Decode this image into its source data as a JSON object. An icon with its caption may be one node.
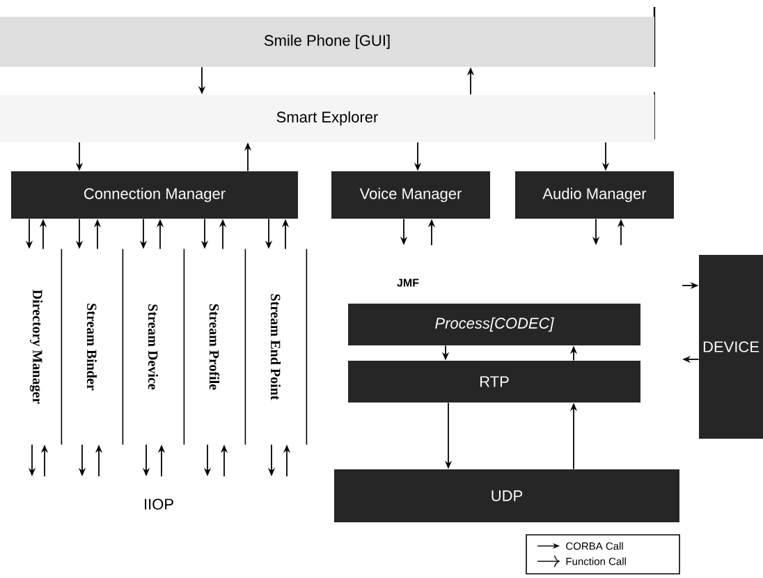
{
  "diagram": {
    "nodes": [
      {
        "text": [
          "Smile Phone [GUI]"
        ]
      },
      {
        "text": [
          "Smart Explorer"
        ]
      },
      {
        "text": [
          "Connection Manager"
        ]
      },
      {
        "text": [
          "Voice Manager"
        ]
      },
      {
        "text": [
          "Audio Manager"
        ]
      },
      {
        "text": [
          "Directory Manager"
        ]
      },
      {
        "text": [
          "Stream Binder"
        ]
      },
      {
        "text": [
          "Stream Device"
        ]
      },
      {
        "text": [
          "Stream Profile"
        ]
      },
      {
        "text": [
          "Stream End Point"
        ]
      },
      {
        "text": [
          "Process[CODEC]"
        ]
      },
      {
        "text": [
          "RTP"
        ]
      },
      {
        "text": [
          "UDP"
        ]
      },
      {
        "text": [
          "DEVICE"
        ]
      }
    ],
    "edges": [
      {
        "from": 0,
        "to": 1,
        "arrow": "to"
      },
      {
        "from": 1,
        "to": 0,
        "arrow": "to"
      },
      {
        "from": 1,
        "to": 2,
        "arrow": "to"
      },
      {
        "from": 2,
        "to": 1,
        "arrow": "to"
      },
      {
        "from": 1,
        "to": 3,
        "arrow": "to"
      },
      {
        "from": 1,
        "to": 4,
        "arrow": "to"
      },
      {
        "from": 3,
        "to": null,
        "arrow": "to"
      },
      {
        "from": null,
        "to": 3,
        "arrow": "to"
      },
      {
        "from": 4,
        "to": null,
        "arrow": "to"
      },
      {
        "from": null,
        "to": 4,
        "arrow": "to"
      },
      {
        "from": 2,
        "to": 5,
        "arrow": "to"
      },
      {
        "from": 5,
        "to": 2,
        "arrow": "to"
      },
      {
        "from": 5,
        "to": null,
        "arrow": "to"
      },
      {
        "from": null,
        "to": 5,
        "arrow": "to"
      },
      {
        "from": 2,
        "to": 6,
        "arrow": "to"
      },
      {
        "from": 6,
        "to": 2,
        "arrow": "to"
      },
      {
        "from": 6,
        "to": null,
        "arrow": "to"
      },
      {
        "from": null,
        "to": 6,
        "arrow": "to"
      },
      {
        "from": 2,
        "to": 7,
        "arrow": "to"
      },
      {
        "from": 7,
        "to": 2,
        "arrow": "to"
      },
      {
        "from": 7,
        "to": null,
        "arrow": "to"
      },
      {
        "from": null,
        "to": 7,
        "arrow": "to"
      },
      {
        "from": 2,
        "to": 8,
        "arrow": "to"
      },
      {
        "from": 8,
        "to": 2,
        "arrow": "to"
      },
      {
        "from": 8,
        "to": null,
        "arrow": "to"
      },
      {
        "from": null,
        "to": 8,
        "arrow": "to"
      },
      {
        "from": 2,
        "to": 9,
        "arrow": "to"
      },
      {
        "from": 9,
        "to": 2,
        "arrow": "to"
      },
      {
        "from": 9,
        "to": null,
        "arrow": "to"
      },
      {
        "from": null,
        "to": 9,
        "arrow": "to"
      },
      {
        "from": 10,
        "to": 11,
        "arrow": "to"
      },
      {
        "from": 11,
        "to": 10,
        "arrow": "to"
      },
      {
        "from": 11,
        "to": 12,
        "arrow": "to"
      },
      {
        "from": 12,
        "to": 11,
        "arrow": "to"
      },
      {
        "from": null,
        "to": 13,
        "arrow": "to"
      },
      {
        "from": 13,
        "to": null,
        "arrow": "to"
      }
    ],
    "labels": [
      "JMF",
      "IIOP"
    ],
    "legend": [
      {
        "text": "CORBA Call"
      },
      {
        "text": "Function Call"
      }
    ]
  }
}
